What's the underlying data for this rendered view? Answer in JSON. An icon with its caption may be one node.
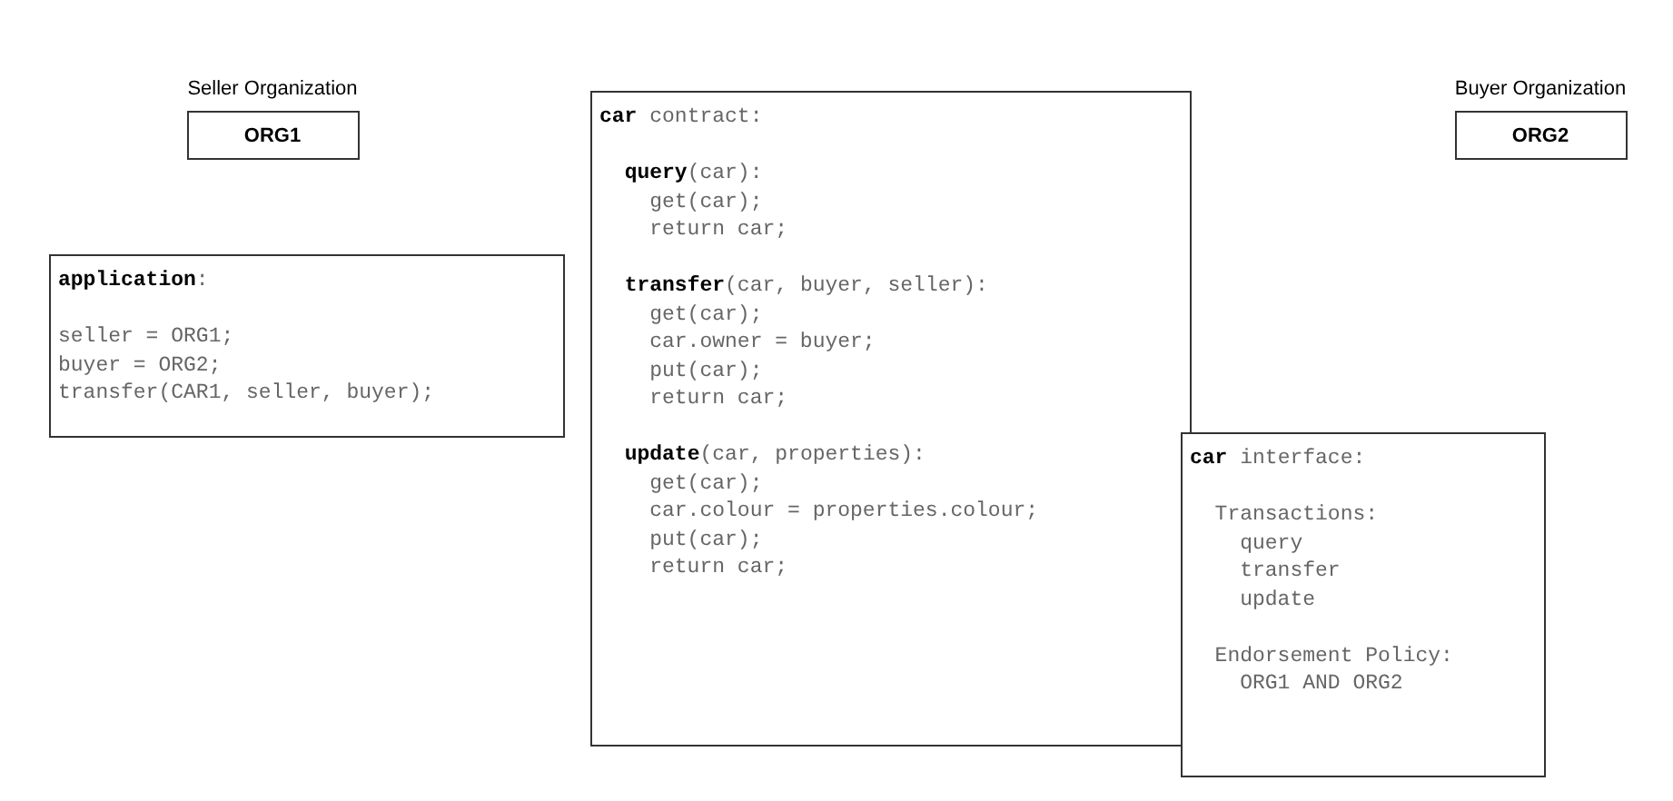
{
  "diagram": {
    "nodes": [
      {
        "text": [
          "Seller Organization",
          "ORG1"
        ]
      },
      {
        "text": [
          "**application**:",
          "seller = ORG1;",
          "buyer = ORG2;",
          "transfer(CAR1, seller, buyer);"
        ]
      },
      {
        "text": [
          "**car** contract:",
          "  **query**(car):",
          "    get(car);",
          "    return car;",
          "  **transfer**(car, buyer, seller):",
          "    get(car);",
          "    car.owner = buyer;",
          "    put(car);",
          "    return car;",
          "  **update**(car, properties):",
          "    get(car);",
          "    car.colour = properties.colour;",
          "    put(car);",
          "    return car;"
        ]
      },
      {
        "text": [
          "Buyer Organization",
          "ORG2"
        ]
      },
      {
        "text": [
          "**car** interface:",
          "  Transactions:",
          "    query",
          "    transfer",
          "    update",
          "  Endorsement Policy:",
          "    ORG1 AND ORG2"
        ]
      }
    ]
  }
}
